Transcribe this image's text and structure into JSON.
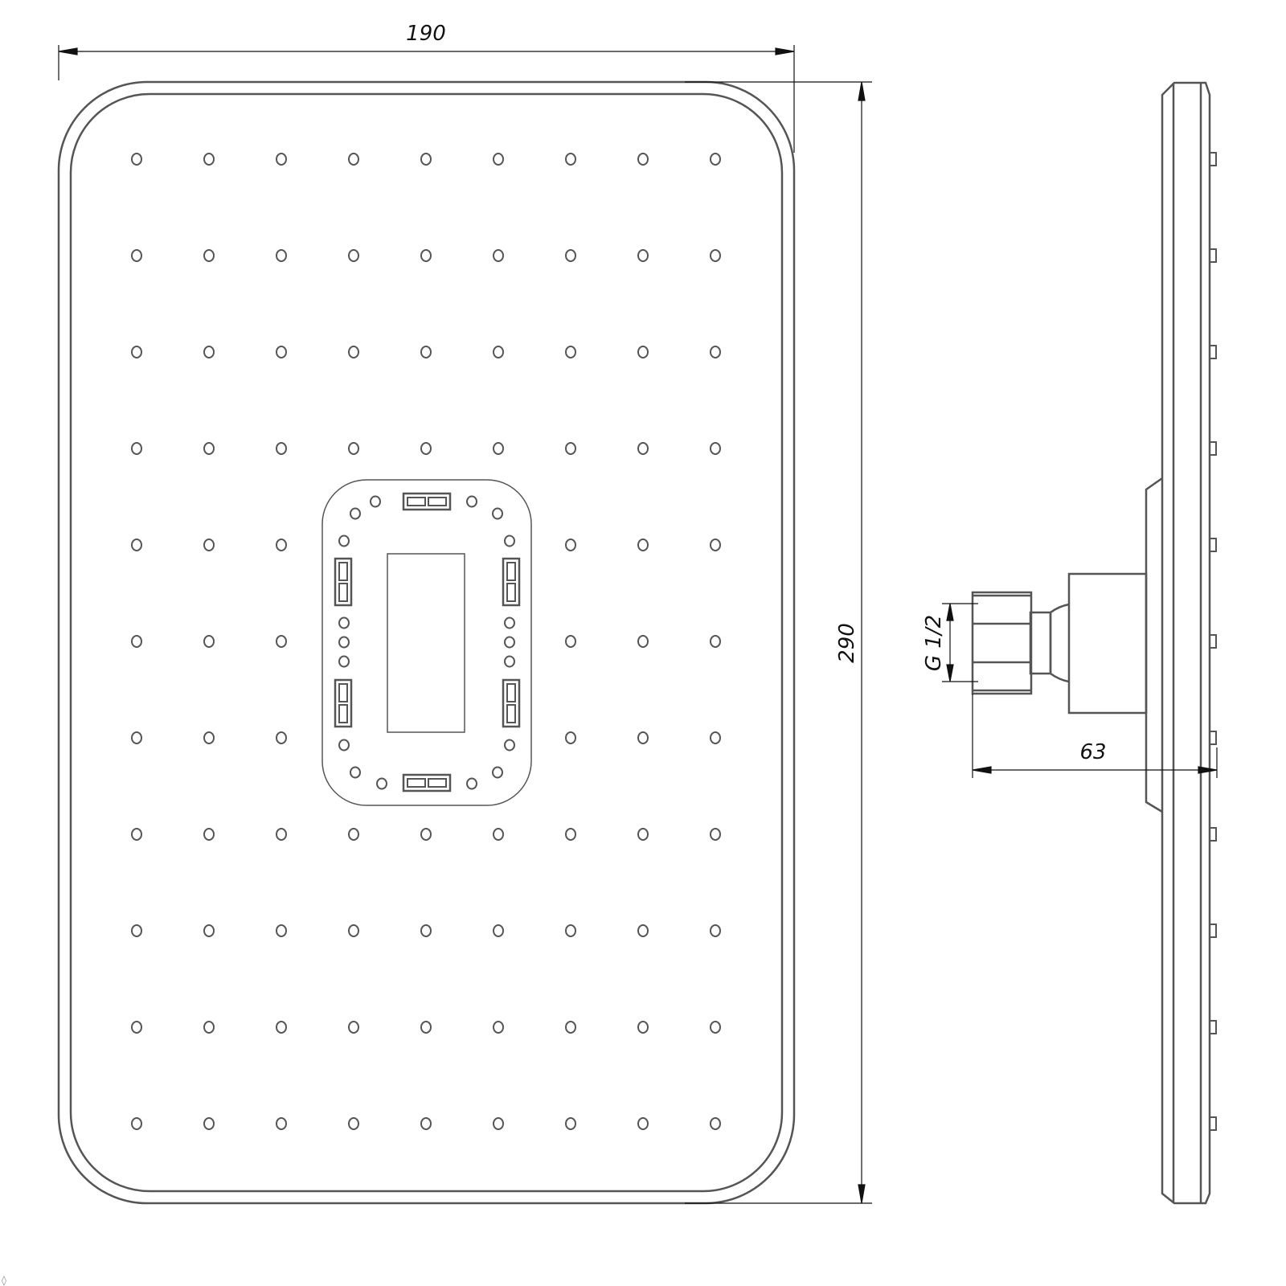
{
  "drawing": {
    "title": "Rectangular shower head technical drawing",
    "line_color": "#555555",
    "dim_color": "#111111",
    "dimensions": {
      "width": "190",
      "height": "290",
      "depth": "63",
      "thread": "G 1/2"
    },
    "nozzle_grid": {
      "columns": 9,
      "rows": 11,
      "x_positions": [
        170,
        260,
        350,
        440,
        530,
        620,
        710,
        800,
        890
      ],
      "y_positions": [
        198,
        318,
        438,
        558,
        678,
        798,
        918,
        1038,
        1158,
        1278,
        1398
      ]
    },
    "side_view_nozzle_y": [
      198,
      318,
      438,
      558,
      678,
      798,
      918,
      1038,
      1158,
      1278,
      1398
    ]
  }
}
